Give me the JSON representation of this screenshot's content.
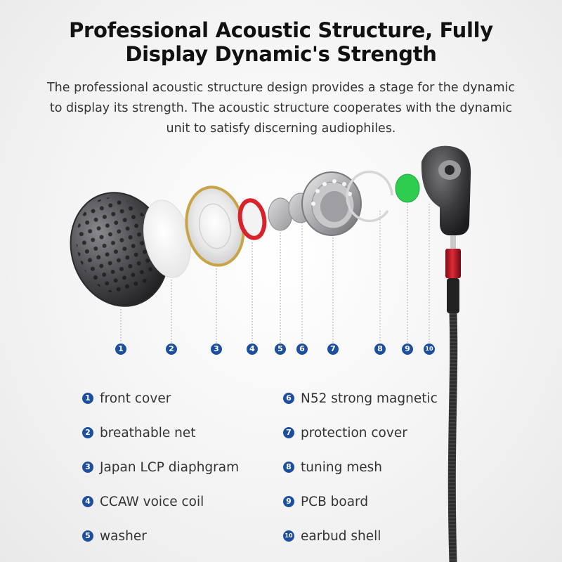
{
  "header": {
    "title_line1": "Professional Acoustic Structure, Fully",
    "title_line2": "Display Dynamic's Strength",
    "description": "The professional acoustic structure design provides a stage for the dynamic to display its strength. The acoustic structure cooperates with the dynamic unit to satisfy discerning audiophiles."
  },
  "callouts": [
    "1",
    "2",
    "3",
    "4",
    "5",
    "6",
    "7",
    "8",
    "9",
    "10"
  ],
  "legend": [
    {
      "num": "1",
      "label": "front cover"
    },
    {
      "num": "2",
      "label": "breathable net"
    },
    {
      "num": "3",
      "label": "Japan LCP diaphgram"
    },
    {
      "num": "4",
      "label": "CCAW voice coil"
    },
    {
      "num": "5",
      "label": "washer"
    },
    {
      "num": "6",
      "label": "N52 strong magnetic"
    },
    {
      "num": "7",
      "label": "protection cover"
    },
    {
      "num": "8",
      "label": "tuning mesh"
    },
    {
      "num": "9",
      "label": "PCB board"
    },
    {
      "num": "10",
      "label": "earbud shell"
    }
  ],
  "colors": {
    "badge": "#1d4fa0",
    "shell": "#3a3a3c",
    "coil_red": "#d8232b",
    "diaphragm_ring": "#c9a447",
    "pcb_green": "#2ecc4f",
    "connector_red": "#c0182a"
  }
}
